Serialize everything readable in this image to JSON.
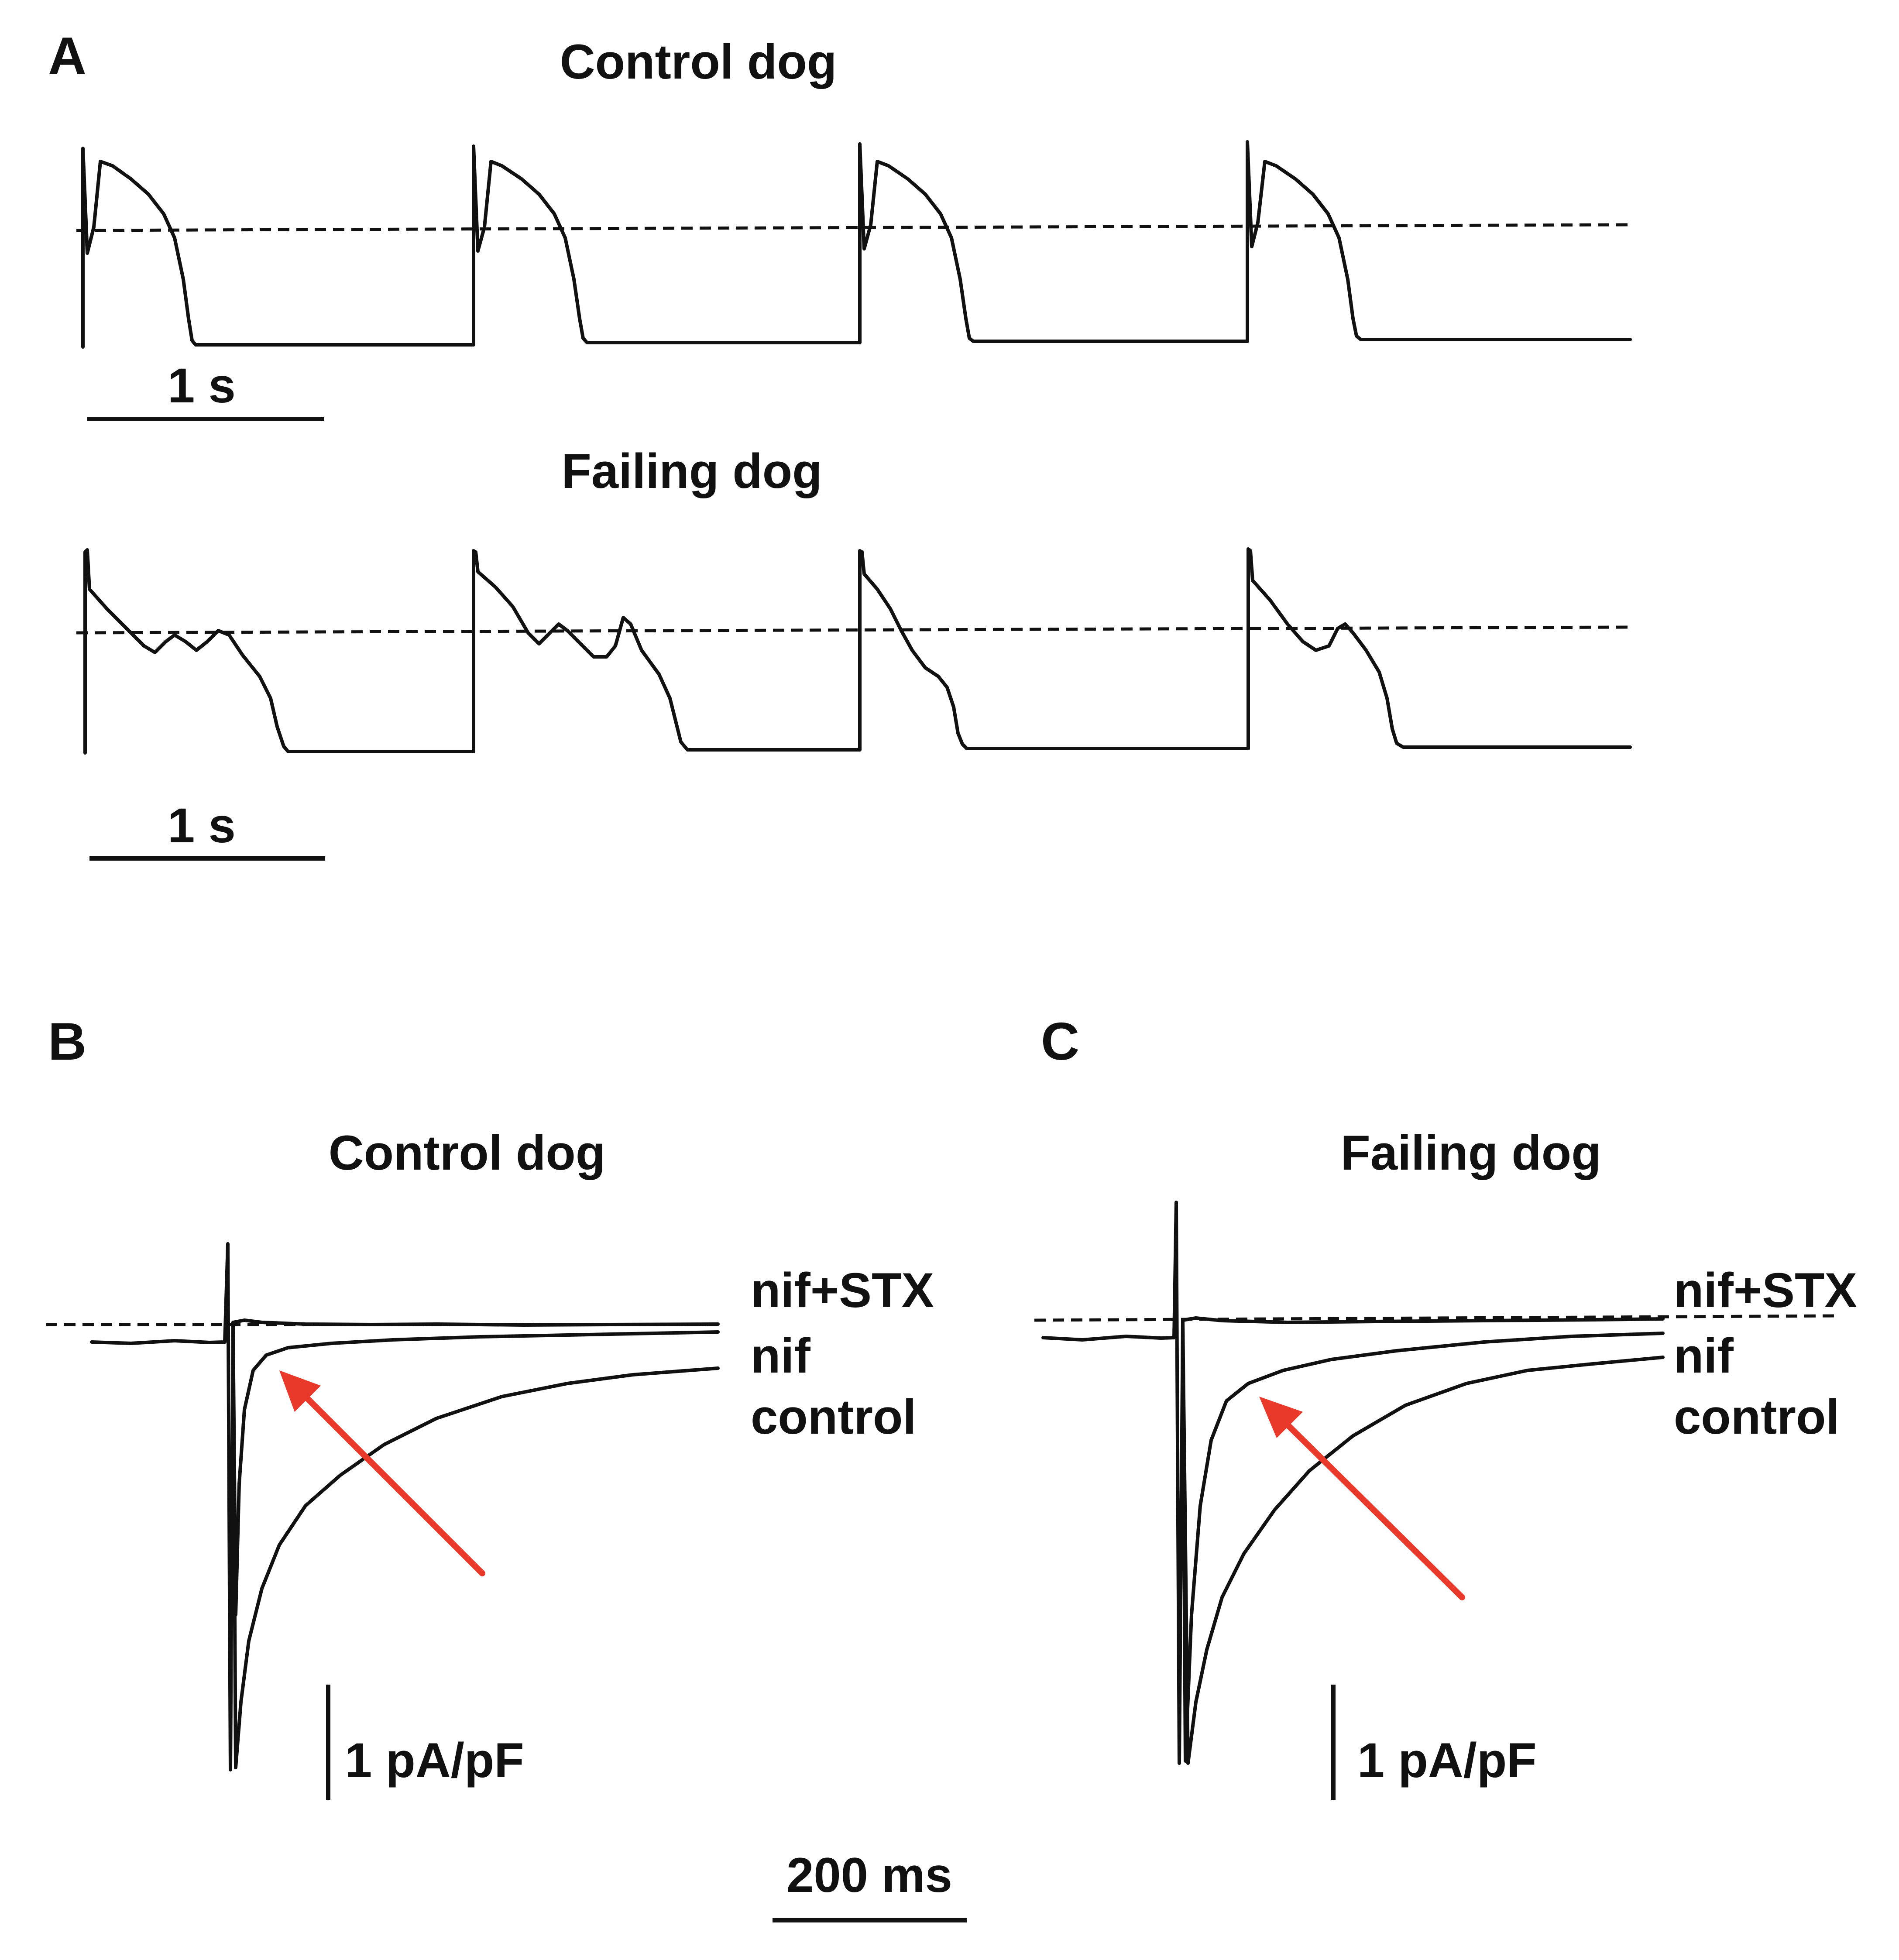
{
  "panel_a": {
    "letter": "A",
    "control_title": "Control dog",
    "failing_title": "Failing dog",
    "scale_bar_control": "1 s",
    "scale_bar_failing": "1 s"
  },
  "panel_b": {
    "letter": "B",
    "title": "Control dog",
    "trace_labels": [
      "nif+STX",
      "nif",
      "control"
    ],
    "scale_bar_current": "1 pA/pF"
  },
  "panel_c": {
    "letter": "C",
    "title": "Failing dog",
    "trace_labels": [
      "nif+STX",
      "nif",
      "control"
    ],
    "scale_bar_current": "1 pA/pF"
  },
  "time_scale": "200 ms",
  "colors": {
    "trace": "#111111",
    "arrow": "#e8392a",
    "background": "#ffffff"
  }
}
